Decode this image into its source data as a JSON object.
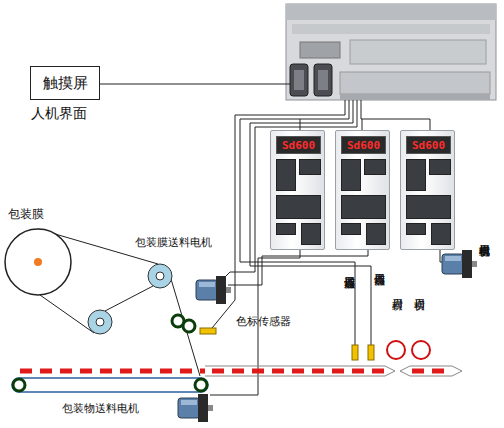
{
  "diagram": {
    "nodes": [
      {
        "text": [
          "触摸屏",
          "人机界面"
        ]
      },
      {
        "text": [
          "Sd600"
        ]
      },
      {
        "text": [
          "Sd600"
        ]
      },
      {
        "text": [
          "Sd600"
        ]
      }
    ],
    "labels": [
      "包装膜",
      "包装膜送料电机",
      "色标传感器",
      "切刀近点传感器",
      "切刀点传感器",
      "横封刀",
      "横切刀",
      "横封横切刀电机",
      "包装物送料电机"
    ]
  }
}
